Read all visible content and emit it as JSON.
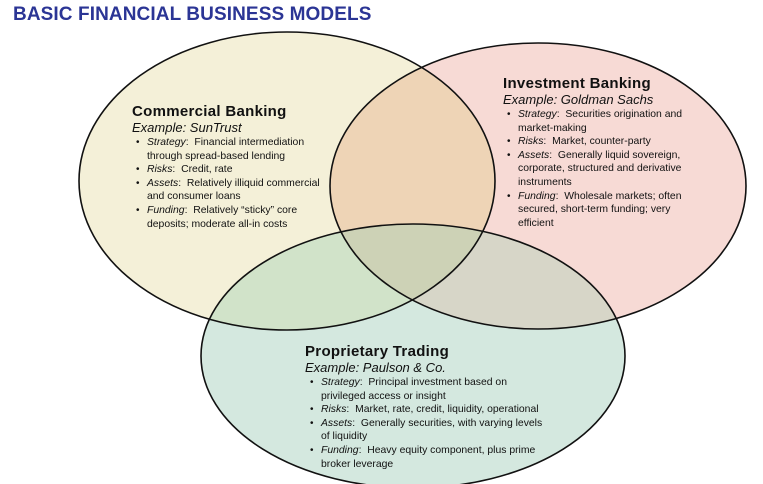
{
  "title": "BASIC FINANCIAL BUSINESS MODELS",
  "colors": {
    "title": "#2b3595",
    "commercial_fill": "#f4f0d8",
    "investment_fill": "#f7dad5",
    "trading_fill": "#d4e8df",
    "ci_overlap_fill": "#eed4b6",
    "ct_overlap_fill": "#d1e3c9",
    "it_overlap_fill": "#d7d6c8",
    "center_fill": "#cdd2b6",
    "outline": "#111111"
  },
  "circles": {
    "commercial": {
      "title": "Commercial Banking",
      "example": "Example:  SunTrust",
      "items": [
        {
          "key": "Strategy",
          "text": "Financial intermediation through spread-based lending"
        },
        {
          "key": "Risks",
          "text": "Credit, rate"
        },
        {
          "key": "Assets",
          "text": "Relatively illiquid commercial and consumer loans"
        },
        {
          "key": "Funding",
          "text": "Relatively “sticky” core deposits; moderate all-in costs"
        }
      ]
    },
    "investment": {
      "title": "Investment Banking",
      "example": "Example:  Goldman Sachs",
      "items": [
        {
          "key": "Strategy",
          "text": "Securities origination and market-making"
        },
        {
          "key": "Risks",
          "text": "Market, counter-party"
        },
        {
          "key": "Assets",
          "text": "Generally liquid sovereign, corporate, structured and derivative instruments"
        },
        {
          "key": "Funding",
          "text": "Wholesale markets; often secured, short-term funding; very efficient"
        }
      ]
    },
    "trading": {
      "title": "Proprietary Trading",
      "example": "Example:  Paulson & Co.",
      "items": [
        {
          "key": "Strategy",
          "text": "Principal investment based on privileged access or insight"
        },
        {
          "key": "Risks",
          "text": "Market, rate, credit, liquidity,  operational"
        },
        {
          "key": "Assets",
          "text": "Generally securities, with varying levels of liquidity"
        },
        {
          "key": "Funding",
          "text": "Heavy equity component, plus prime broker leverage"
        }
      ]
    }
  }
}
